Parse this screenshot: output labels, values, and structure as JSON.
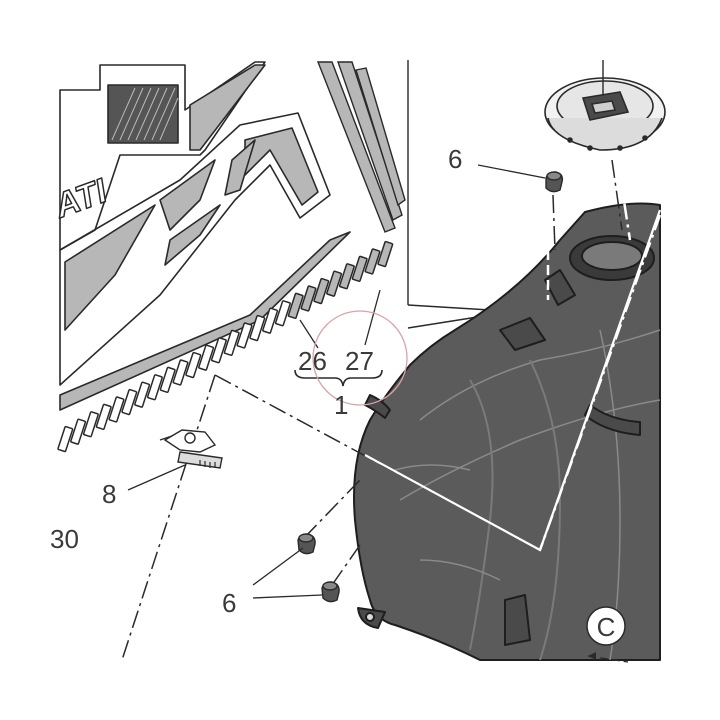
{
  "diagram": {
    "brand_fragment": "ATI",
    "edge_text": "30",
    "view_marker": "C",
    "callouts": [
      "6",
      "6",
      "8",
      "26",
      "27",
      "1"
    ],
    "colors": {
      "background": "#ffffff",
      "tank_fill": "#5b5b5b",
      "tank_dark": "#3f3f3f",
      "decal_gray": "#b7b7b7",
      "line": "#2a2a2a",
      "highlight_circle": "#d9a3a8"
    }
  }
}
